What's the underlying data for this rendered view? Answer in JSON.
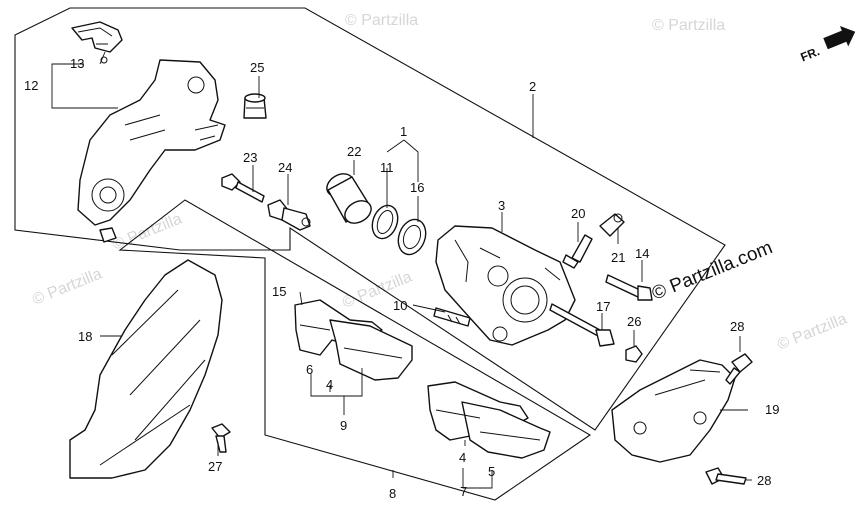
{
  "watermarks": [
    "© Partzilla",
    "© Partzilla",
    "© Partzilla",
    "© Partzilla",
    "© Partzilla",
    "© Partzilla"
  ],
  "site_label": "© Partzilla.com",
  "direction_label": "FR.",
  "callouts": {
    "c1": "1",
    "c2": "2",
    "c3": "3",
    "c4a": "4",
    "c4b": "4",
    "c5": "5",
    "c6": "6",
    "c7": "7",
    "c8": "8",
    "c9": "9",
    "c10": "10",
    "c11": "11",
    "c12": "12",
    "c13": "13",
    "c14": "14",
    "c15": "15",
    "c16": "16",
    "c17": "17",
    "c18": "18",
    "c19": "19",
    "c20": "20",
    "c21": "21",
    "c22": "22",
    "c23": "23",
    "c24": "24",
    "c25": "25",
    "c26": "26",
    "c27": "27",
    "c28a": "28",
    "c28b": "28"
  }
}
